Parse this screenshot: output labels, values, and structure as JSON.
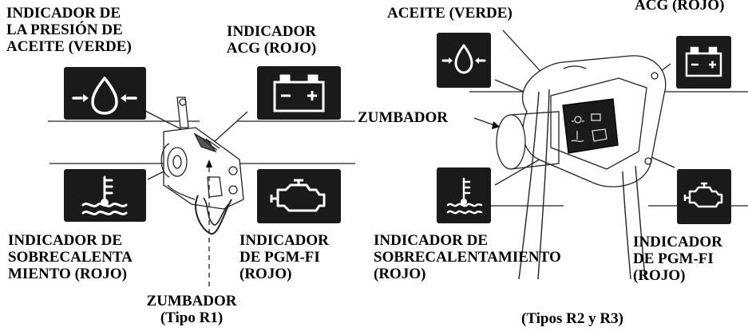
{
  "colors": {
    "ink": "#000000",
    "icon_bg": "#1a1a1a",
    "icon_fg": "#ffffff",
    "background": "#ffffff",
    "drawing_line": "#222222"
  },
  "left_panel": {
    "oil_pressure_label": "INDICADOR DE\nLA PRESIÓN DE\nACEITE (VERDE)",
    "acg_label": "INDICADOR\nACG (ROJO)",
    "overheat_label": "INDICADOR DE\nSOBRECALENTA\nMIENTO (ROJO)",
    "pgmfi_label": "INDICADOR\nDE PGM-FI\n(ROJO)",
    "buzzer_label": "ZUMBADOR\n(Tipo R1)"
  },
  "right_panel": {
    "oil_label": "ACEITE (VERDE)",
    "acg_label": "ACG (ROJO)",
    "buzzer_label": "ZUMBADOR",
    "overheat_label": "INDICADOR DE\nSOBRECALENTAMIENTO\n(ROJO)",
    "pgmfi_label": "INDICADOR\nDE PGM-FI\n(ROJO)",
    "types_label": "(Tipos R2 y R3)"
  },
  "icons": {
    "oil": "oil-pressure-icon",
    "battery": "battery-acg-icon",
    "temperature": "coolant-temperature-icon",
    "engine": "check-engine-icon"
  }
}
